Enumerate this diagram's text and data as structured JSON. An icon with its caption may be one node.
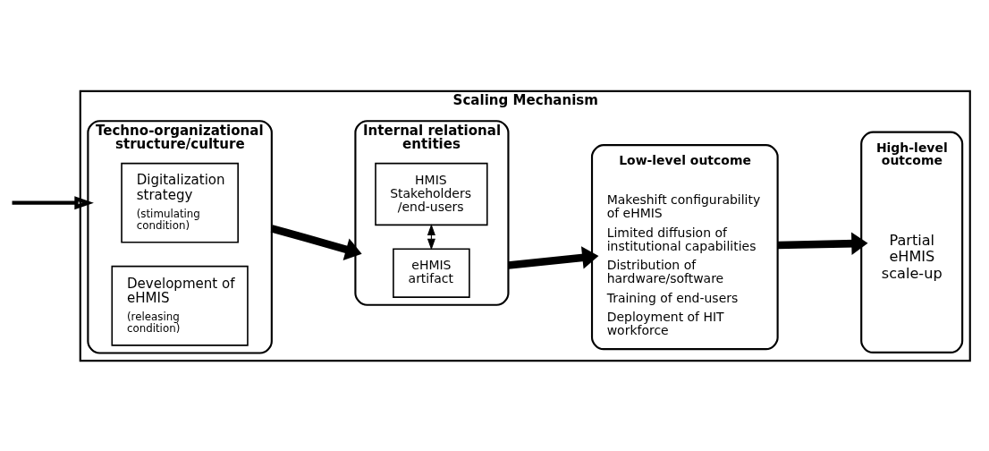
{
  "diagram": {
    "nodes": [
      {
        "text": [
          "Scaling Mechanism"
        ]
      },
      {
        "text": [
          "Techno-organizational structure/culture"
        ],
        "in": 0
      },
      {
        "text": [
          "Digitalization strategy",
          "(stimulating condition)"
        ],
        "in": 1
      },
      {
        "text": [
          "Development of eHMIS",
          "(releasing condition)"
        ],
        "in": 1
      },
      {
        "text": [
          "Internal relational entities"
        ],
        "in": 0
      },
      {
        "text": [
          "eHMIS artifact"
        ],
        "in": 4
      },
      {
        "text": [
          "HMIS Stakeholders /end-users"
        ],
        "in": 4
      },
      {
        "text": [
          "Low-level outcome",
          "Makeshift configurability of eHMIS",
          "Limited diffusion of institutional capabilities",
          "Distribution of hardware/software",
          "Training of end-users",
          "Deployment of HIT workforce"
        ],
        "in": 0
      },
      {
        "text": [
          "High-level outcome",
          "Partial eHMIS scale-up"
        ],
        "in": 0
      }
    ],
    "edges": [
      {
        "from": null,
        "to": 1,
        "arrow": "to"
      },
      {
        "from": 1,
        "to": 4,
        "arrow": "to"
      },
      {
        "from": 5,
        "to": 6,
        "arrow": "both"
      },
      {
        "from": 4,
        "to": 7,
        "arrow": "to"
      },
      {
        "from": 7,
        "to": 8,
        "arrow": "to"
      }
    ]
  }
}
